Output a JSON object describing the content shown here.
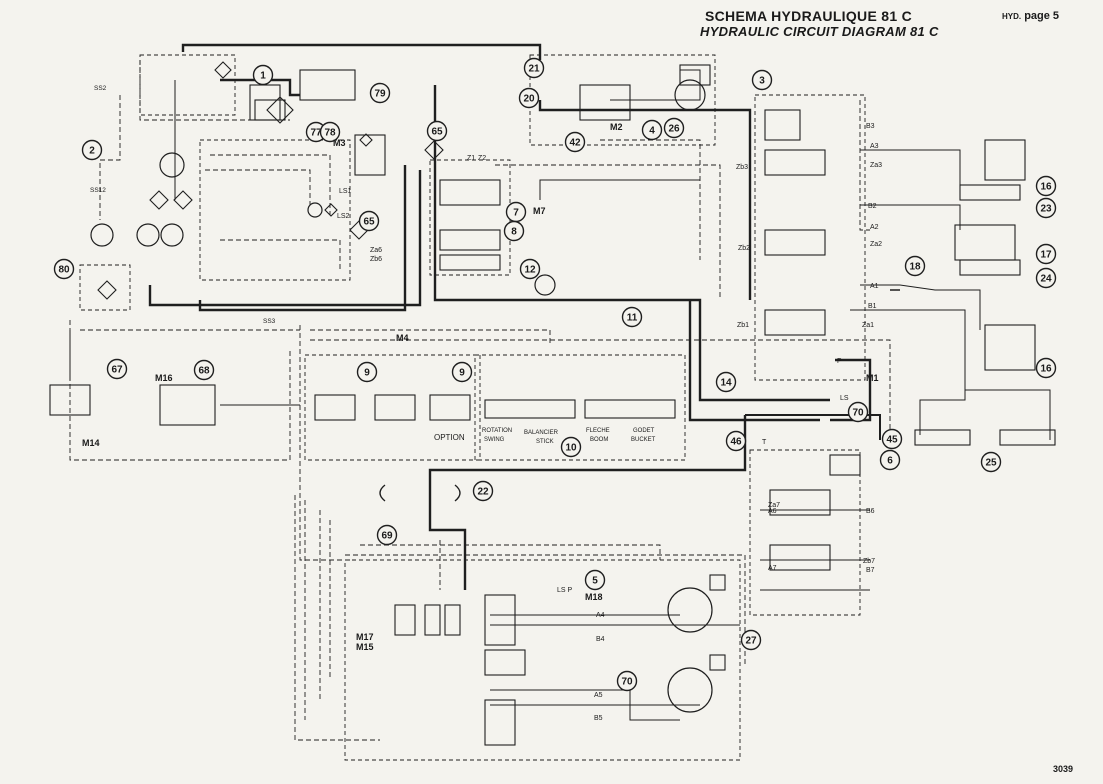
{
  "header": {
    "title_fr": "SCHEMA HYDRAULIQUE 81 C",
    "title_en": "HYDRAULIC CIRCUIT DIAGRAM 81 C",
    "page_prefix": "HYD.",
    "page_label": "page 5"
  },
  "footer": {
    "doc_number": "3039"
  },
  "callouts": [
    "1",
    "2",
    "3",
    "4",
    "5",
    "6",
    "7",
    "8",
    "9",
    "9",
    "10",
    "11",
    "12",
    "14",
    "16",
    "16",
    "17",
    "18",
    "20",
    "21",
    "22",
    "23",
    "24",
    "25",
    "26",
    "27",
    "42",
    "45",
    "46",
    "65",
    "65",
    "67",
    "68",
    "69",
    "70",
    "70",
    "77",
    "78",
    "79",
    "80"
  ],
  "measure_points": [
    "M1",
    "M2",
    "M3",
    "M4",
    "M7",
    "M14",
    "M15",
    "M16",
    "M17",
    "M18"
  ],
  "labels": {
    "ss2": "SS2",
    "ss12": "SS12",
    "ss3": "SS3",
    "ls1": "LS1",
    "ls2": "LS2",
    "ls": "LS",
    "z1": "Z1",
    "z2": "Z2",
    "za6": "Za6",
    "zb6": "Zb6",
    "za7": "Za7",
    "zb7": "Zb7",
    "za1": "Za1",
    "zb1": "Zb1",
    "za2": "Za2",
    "zb2": "Zb2",
    "za3": "Za3",
    "zb3": "Zb3",
    "a1": "A1",
    "a2": "A2",
    "a3": "A3",
    "b1": "B1",
    "b2": "B2",
    "b3": "B3",
    "a4": "A4",
    "b4": "B4",
    "a5": "A5",
    "b5": "B5",
    "a6": "A6",
    "b6": "B6",
    "a7": "A7",
    "b7": "B7",
    "p": "P",
    "t": "T",
    "lsp": "LS P",
    "option": "OPTION",
    "rotation": "ROTATION",
    "swing": "SWING",
    "balancier": "BALANCIER",
    "stick": "STICK",
    "fleche": "FLECHE",
    "boom": "BOOM",
    "godet": "GODET",
    "bucket": "BUCKET"
  }
}
